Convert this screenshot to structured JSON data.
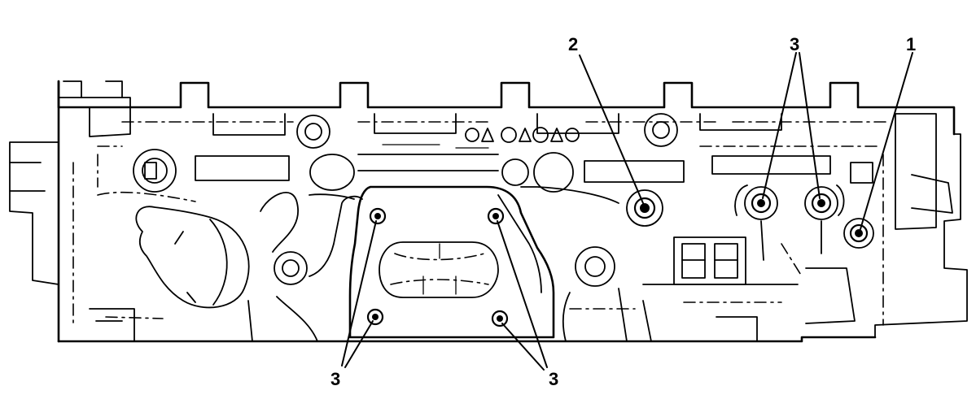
{
  "callouts": {
    "c1": "1",
    "c2": "2",
    "c3_top": "3",
    "c3_bottom_left": "3",
    "c3_bottom_right": "3"
  },
  "colors": {
    "line": "#000000",
    "background": "#ffffff"
  }
}
